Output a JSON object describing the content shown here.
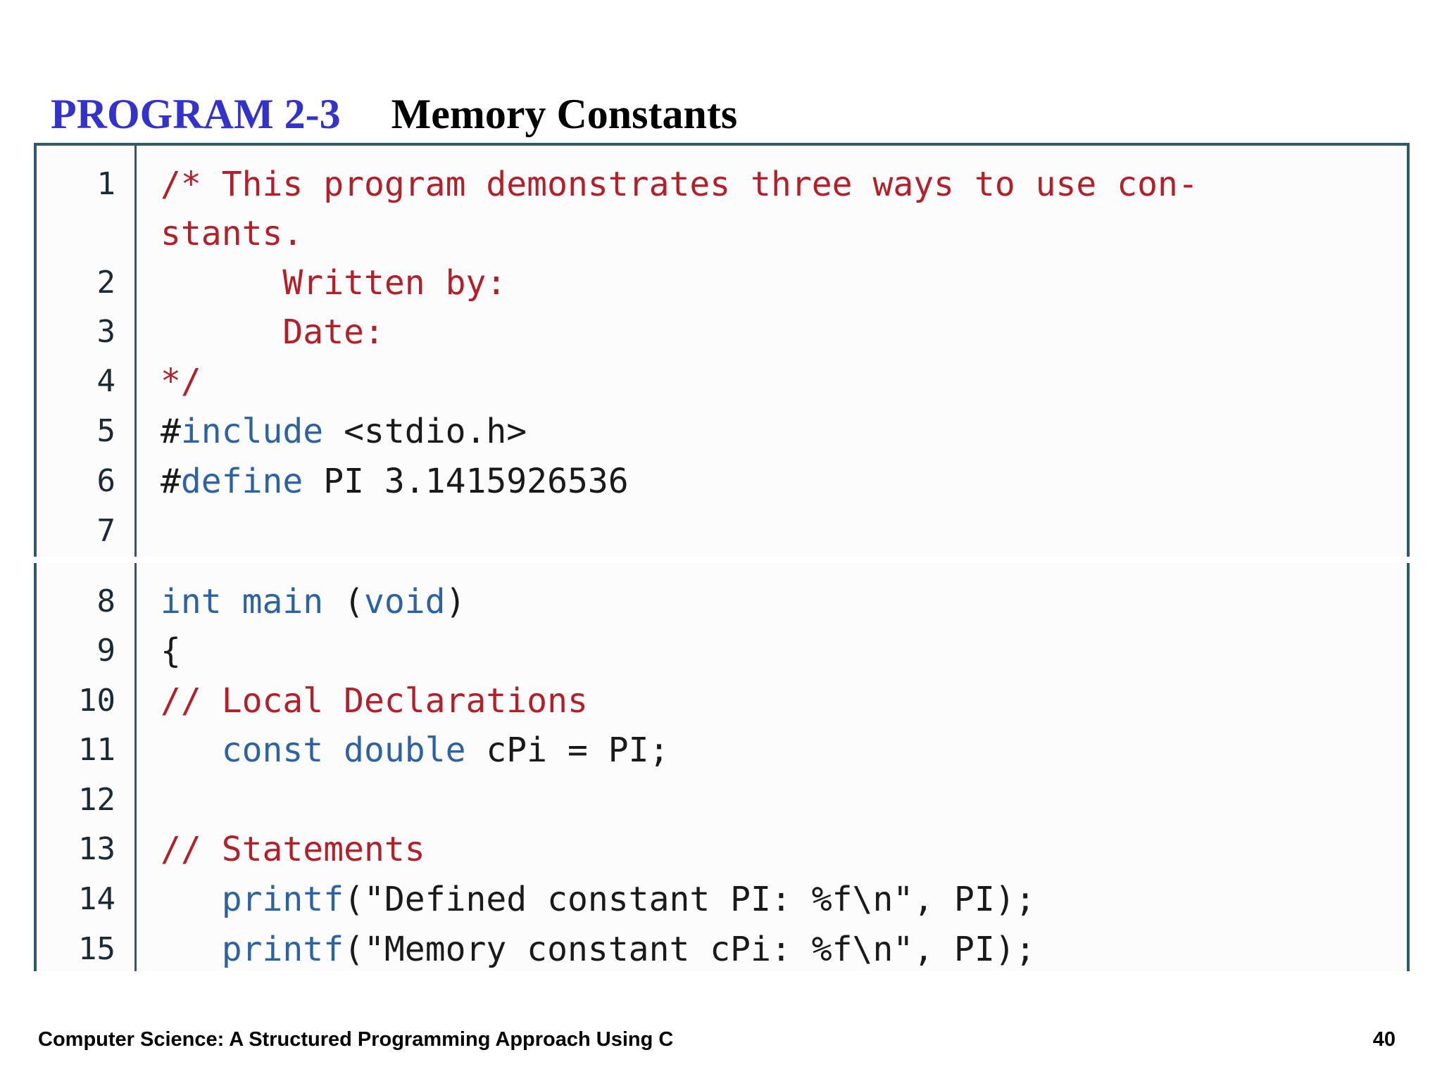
{
  "heading": {
    "program_label": "PROGRAM 2-3",
    "program_title": "Memory Constants"
  },
  "code_top": [
    {
      "num": "1",
      "tokens": [
        {
          "t": "/* This program demonstrates three ways to use con-",
          "k": "comment"
        }
      ]
    },
    {
      "num": "",
      "tokens": [
        {
          "t": "stants.",
          "k": "comment"
        }
      ]
    },
    {
      "num": "2",
      "tokens": [
        {
          "t": "      Written by:",
          "k": "comment"
        }
      ]
    },
    {
      "num": "3",
      "tokens": [
        {
          "t": "      Date:",
          "k": "comment"
        }
      ]
    },
    {
      "num": "4",
      "tokens": [
        {
          "t": "*/",
          "k": "comment"
        }
      ]
    },
    {
      "num": "5",
      "tokens": [
        {
          "t": "#",
          "k": "plain"
        },
        {
          "t": "include",
          "k": "keyword"
        },
        {
          "t": " <stdio.h>",
          "k": "plain"
        }
      ]
    },
    {
      "num": "6",
      "tokens": [
        {
          "t": "#",
          "k": "plain"
        },
        {
          "t": "define",
          "k": "keyword"
        },
        {
          "t": " PI 3.1415926536",
          "k": "plain"
        }
      ]
    },
    {
      "num": "7",
      "tokens": []
    }
  ],
  "code_bottom": [
    {
      "num": "8",
      "tokens": [
        {
          "t": "int main",
          "k": "keyword"
        },
        {
          "t": " (",
          "k": "plain"
        },
        {
          "t": "void",
          "k": "keyword"
        },
        {
          "t": ")",
          "k": "plain"
        }
      ]
    },
    {
      "num": "9",
      "tokens": [
        {
          "t": "{",
          "k": "plain"
        }
      ]
    },
    {
      "num": "10",
      "tokens": [
        {
          "t": "// Local Declarations",
          "k": "comment"
        }
      ]
    },
    {
      "num": "11",
      "tokens": [
        {
          "t": "   ",
          "k": "plain"
        },
        {
          "t": "const double",
          "k": "keyword"
        },
        {
          "t": " cPi = PI;",
          "k": "plain"
        }
      ]
    },
    {
      "num": "12",
      "tokens": []
    },
    {
      "num": "13",
      "tokens": [
        {
          "t": "// Statements",
          "k": "comment"
        }
      ]
    },
    {
      "num": "14",
      "tokens": [
        {
          "t": "   ",
          "k": "plain"
        },
        {
          "t": "printf",
          "k": "keyword"
        },
        {
          "t": "(\"Defined constant PI: %f\\n\", PI);",
          "k": "plain"
        }
      ]
    },
    {
      "num": "15",
      "tokens": [
        {
          "t": "   ",
          "k": "plain"
        },
        {
          "t": "printf",
          "k": "keyword"
        },
        {
          "t": "(\"Memory constant cPi: %f\\n\", PI);",
          "k": "plain"
        }
      ]
    }
  ],
  "footer": {
    "course_title": "Computer Science: A Structured Programming Approach Using C",
    "page_number": "40"
  }
}
